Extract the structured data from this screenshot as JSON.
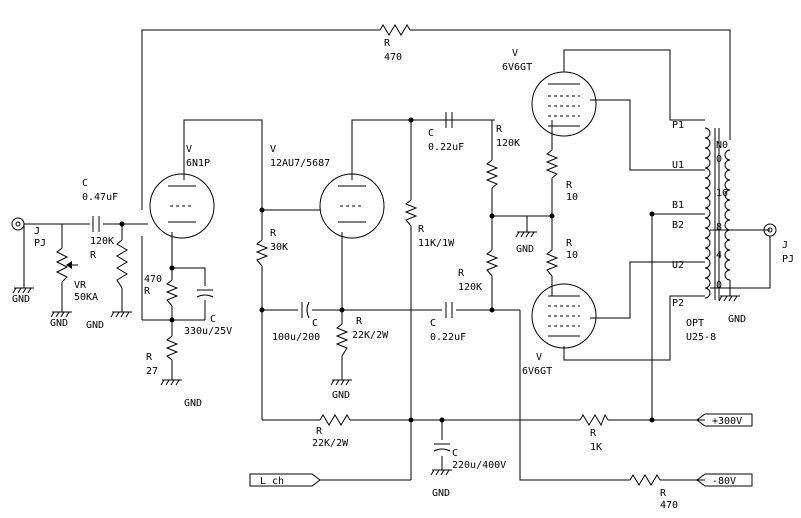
{
  "labels": {
    "r_fb_ref": "R",
    "r_fb_val": "470",
    "v2_ref": "V",
    "v2_type": "6V6GT",
    "v1_ref": "V",
    "v1_type": "6N1P",
    "v_pi_ref": "V",
    "v_pi_type": "12AU7/5687",
    "c_out_ref": "C",
    "c_out_val": "0.22uF",
    "r_120k_a_ref": "R",
    "r_120k_a_val": "120K",
    "r_10_a_ref": "R",
    "r_10_a_val": "10",
    "r_10_b_ref": "R",
    "r_10_b_val": "10",
    "c_in_ref": "C",
    "c_in_val": "0.47uF",
    "j_in_ref": "J",
    "j_in_val": "PJ",
    "r_120k_in_val": "120K",
    "r_120k_in_ref": "R",
    "vr_ref": "VR",
    "vr_val": "50KA",
    "r_470k_val": "470",
    "r_470k_ref": "R",
    "c_330_ref": "C",
    "c_330_val": "330u/25V",
    "r_27_ref": "R",
    "r_27_val": "27",
    "r_30k_ref": "R",
    "r_30k_val": "30K",
    "r_11k_ref": "R",
    "r_11k_val": "11K/1W",
    "r_120k_b_ref": "R",
    "r_120k_b_val": "120K",
    "c_100_ref": "C",
    "c_100_val": "100u/200",
    "r_22k_a_ref": "R",
    "r_22k_a_val": "22K/2W",
    "c_out2_ref": "C",
    "c_out2_val": "0.22uF",
    "v3_ref": "V",
    "v3_type": "6V6GT",
    "r_22k_b_ref": "R",
    "r_22k_b_val": "22K/2W",
    "c_220_ref": "C",
    "c_220_val": "220u/400V",
    "r_1k_ref": "R",
    "r_1k_val": "1K",
    "r_470b_ref": "R",
    "r_470b_val": "470",
    "opt_ref": "OPT",
    "opt_type": "U25-8",
    "p1": "P1",
    "u1": "U1",
    "b1": "B1",
    "b2": "B2",
    "u2": "U2",
    "p2": "P2",
    "n0": "N0",
    "s16": "16",
    "s8": "8",
    "s4": "4",
    "s0": "0",
    "s0b": "0",
    "j_out_ref": "J",
    "j_out_val": "PJ",
    "gnd": "GND",
    "hv_label": "+300V",
    "bias_label": "-80V",
    "lch_label": "L ch"
  }
}
